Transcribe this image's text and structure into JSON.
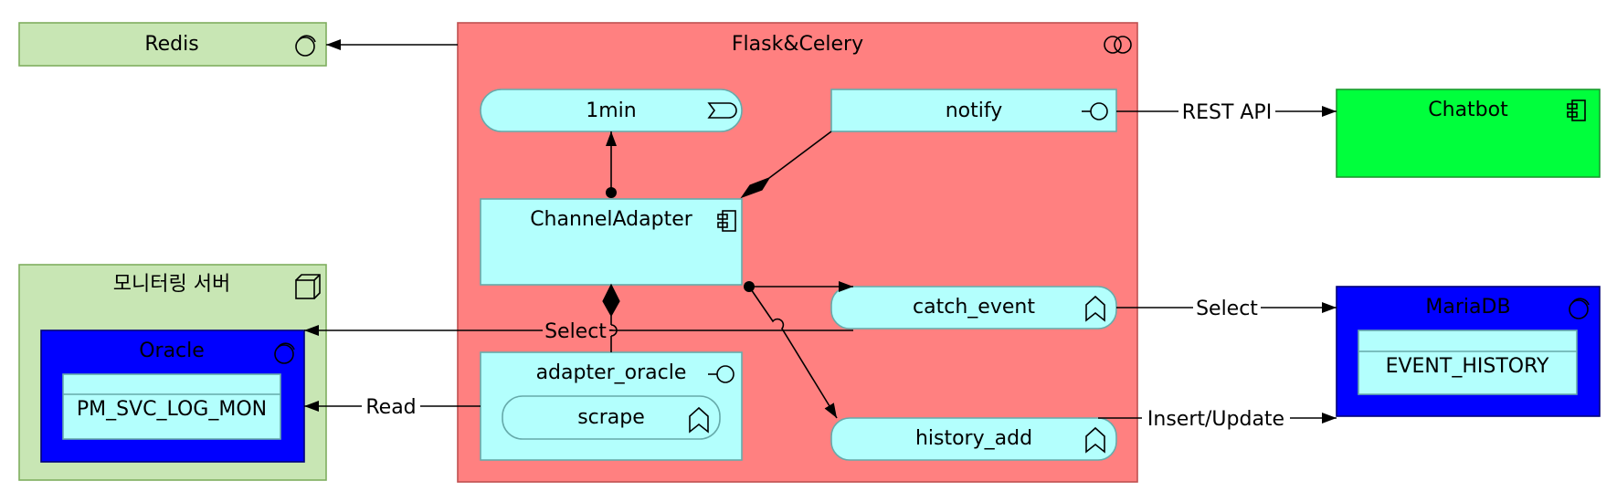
{
  "colors": {
    "tech_node": "#c8e6b4",
    "flask_node": "#ff8080",
    "app_element": "#b3fffd",
    "chatbot": "#00ff3c",
    "database": "#0000ff"
  },
  "nodes": {
    "redis": "Redis",
    "flask": "Flask&Celery",
    "one_min": "1min",
    "notify": "notify",
    "chatbot": "Chatbot",
    "channel_adapter": "ChannelAdapter",
    "monitoring_server": "모니터링 서버",
    "oracle": "Oracle",
    "pm_svc_log_mon": "PM_SVC_LOG_MON",
    "catch_event": "catch_event",
    "adapter_oracle": "adapter_oracle",
    "scrape": "scrape",
    "history_add": "history_add",
    "mariadb": "MariaDB",
    "event_history": "EVENT_HISTORY"
  },
  "edges": {
    "rest_api": "REST API",
    "select_mariadb": "Select",
    "select_oracle": "Select",
    "read": "Read",
    "insert_update": "Insert/Update"
  },
  "icons": {
    "redis": "system-software-icon",
    "flask": "collaboration-icon",
    "one_min": "event-icon",
    "notify": "interface-icon",
    "chatbot": "component-icon",
    "channel_adapter": "component-icon",
    "monitoring_server": "node-icon",
    "oracle": "system-software-icon",
    "catch_event": "function-icon",
    "adapter_oracle": "interface-icon",
    "scrape": "function-icon",
    "history_add": "function-icon",
    "mariadb": "system-software-icon"
  }
}
